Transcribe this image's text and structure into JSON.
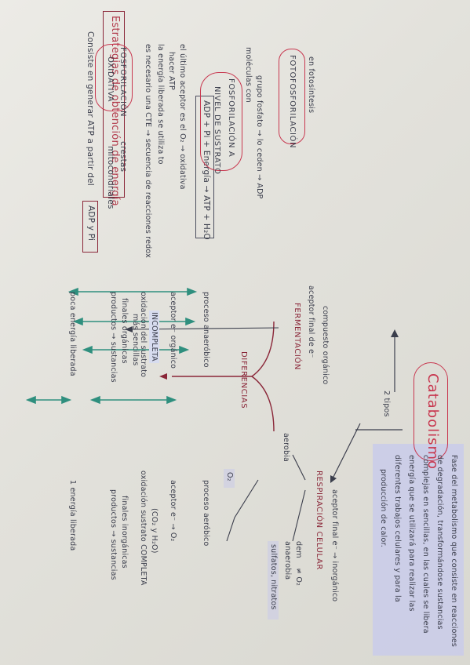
{
  "title": {
    "text": "Estrategias de obtención de energía",
    "subtitle": "Consiste en generar ATP a partir del",
    "subtitle_box": "ADP y Pi"
  },
  "catabolismo": {
    "title": "Catabolismo",
    "definition": [
      "Fase del metabolismo que consiste en reacciones",
      "de degradación, transformándose sustancias",
      "complejas en sencillas, en las cuales se libera",
      "energía que se utilizará para realizar las",
      "diferentes trabajos celulares y para la",
      "producción de calor."
    ],
    "types_label": "2 tipos",
    "fermentacion": {
      "title": "FERMENTACIÓN",
      "acceptor": "aceptor final de e⁻",
      "acceptor_value": "compuesto orgánico"
    },
    "respiracion": {
      "title": "RESPIRACIÓN CELULAR",
      "acceptor": "aceptor final e⁻ → inorgánico",
      "aerobia": "aerobia",
      "aerobia_value": "O₂",
      "anaerobia": "anaerobia",
      "anaerobia_value": "≠ O₂",
      "anaerobia_note": "sulfatos, nitratos",
      "dem_label": "dem"
    },
    "diferencias": {
      "title": "DIFERENCIAS",
      "rows": [
        {
          "left": "proceso anaeróbico",
          "right": "proceso aeróbico"
        },
        {
          "left": "aceptor e⁻ orgánico",
          "right": "aceptor e⁻ → O₂"
        },
        {
          "left": "oxidación del sustrato",
          "left2": "INCOMPLETA",
          "right": "oxidación sustrato COMPLETA",
          "right2": "(CO₂ y H₂O)"
        },
        {
          "left": "productos → sustancias",
          "left2": "finales      orgánicas",
          "left3": "más sencillas",
          "right": "productos → sustancias",
          "right2": "finales      inorgánicas"
        },
        {
          "left": "poca energía liberada",
          "right": "1 energía liberada"
        }
      ]
    }
  },
  "fosforilacion_oxidativa": {
    "title_line1": "FOSFORILACIÓN",
    "title_line2": "OXIDATIVA",
    "location": "crestas",
    "location2": "mitocondriales",
    "bullets": [
      "es necesario una CTE → secuencia de reacciones redox",
      "la energía liberada se utiliza to",
      "hacer ATP",
      "el último aceptor es el O₂ → oxidativa"
    ],
    "equation": "ADP + Pi + Energía → ATP + H₂O"
  },
  "fosforilacion_sustrato": {
    "title_line1": "FOSFORILACIÓN A",
    "title_line2": "NIVEL DE SUSTRATO",
    "text_line1": "moléculas con",
    "text_line2": "grupo fosfato → lo ceden → ADP"
  },
  "fotofosforilacion": {
    "title": "FOTOFOSFORILACIÓN",
    "bullet": "en fotosíntesis"
  },
  "colors": {
    "ink": "#3b3e4c",
    "red": "#c8374f",
    "maroon": "#8a2638",
    "green": "#2f8f7e",
    "highlight": "#c9cbea"
  }
}
